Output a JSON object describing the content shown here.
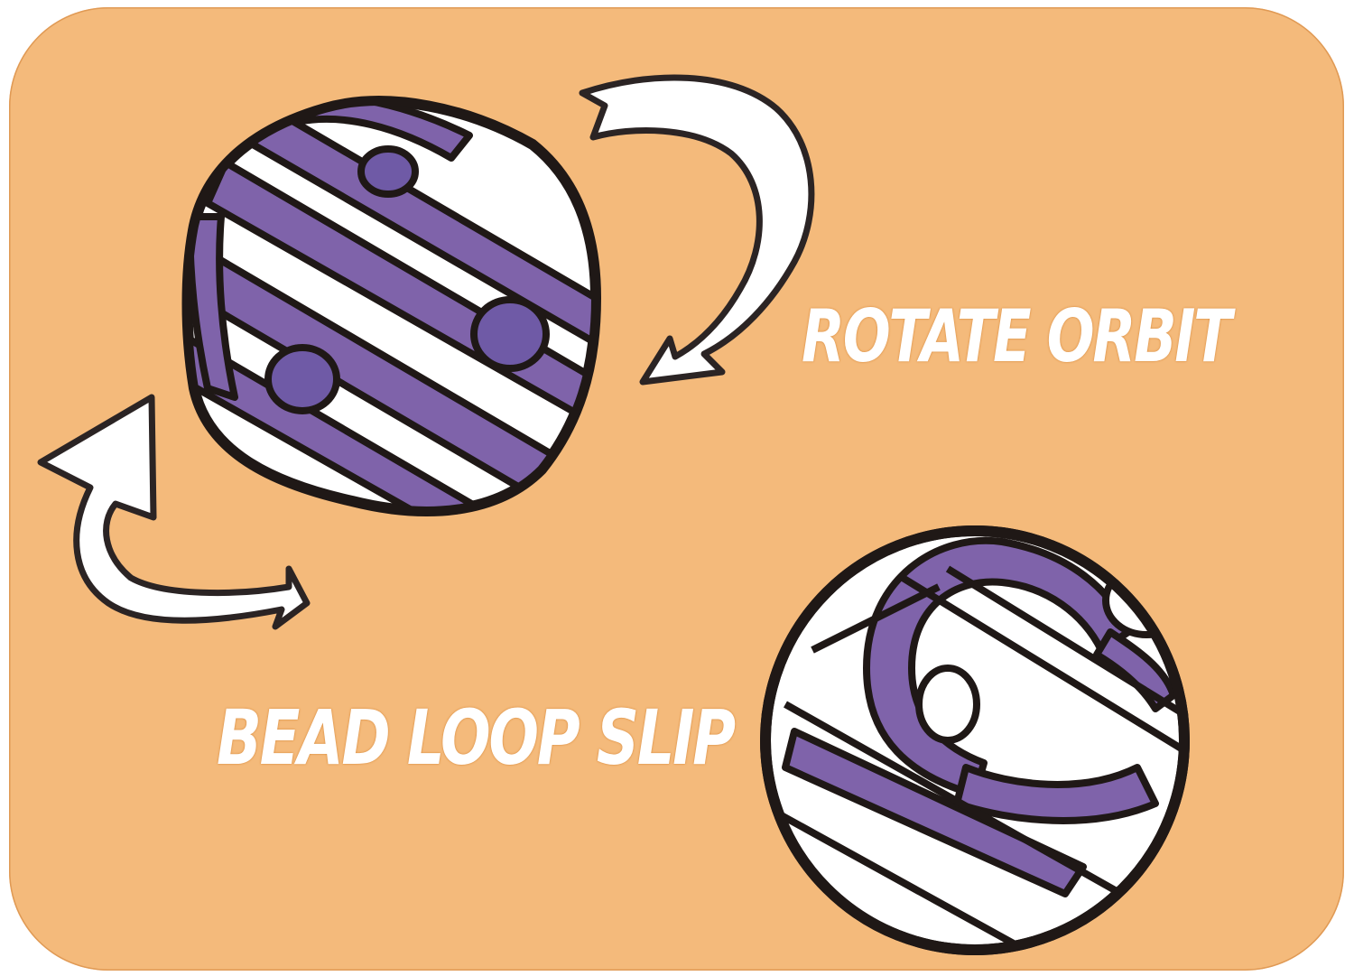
{
  "illustration": {
    "subject": "orbit ball fidget toy instructions",
    "background_color": "#f4ba7b",
    "band_color": "#7f63aa",
    "bead_color": "#6f5aa6",
    "outline_color": "#231a17",
    "arrow_fill": "#ffffff"
  },
  "labels": {
    "rotate": "ROTATE ORBIT",
    "bead": "BEAD LOOP SLIP"
  },
  "icons": {
    "rotate_arrow": "curved-arrow-down-left-icon",
    "slip_arrow": "curved-arrow-up-icon",
    "ball_open": "orbit-ball-twisted",
    "ball_closed": "orbit-ball-closed"
  }
}
